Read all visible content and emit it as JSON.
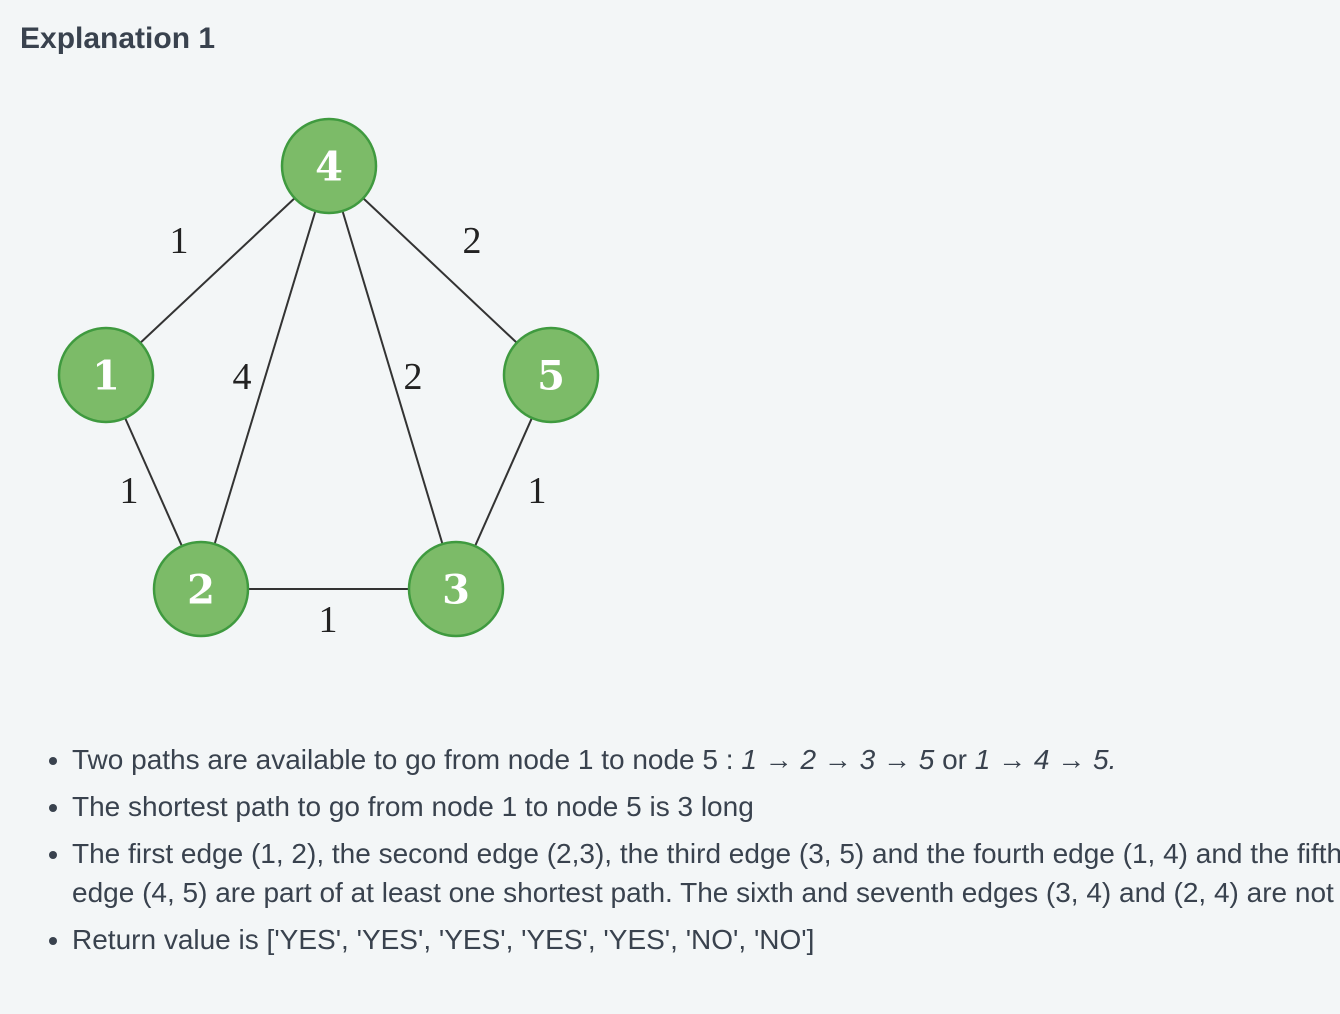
{
  "title": "Explanation 1",
  "graph": {
    "nodes": [
      {
        "id": "1",
        "label": "1"
      },
      {
        "id": "2",
        "label": "2"
      },
      {
        "id": "3",
        "label": "3"
      },
      {
        "id": "4",
        "label": "4"
      },
      {
        "id": "5",
        "label": "5"
      }
    ],
    "edges": [
      {
        "from": "1",
        "to": "4",
        "weight": "1"
      },
      {
        "from": "4",
        "to": "5",
        "weight": "2"
      },
      {
        "from": "4",
        "to": "2",
        "weight": "4"
      },
      {
        "from": "4",
        "to": "3",
        "weight": "2"
      },
      {
        "from": "1",
        "to": "2",
        "weight": "1"
      },
      {
        "from": "5",
        "to": "3",
        "weight": "1"
      },
      {
        "from": "2",
        "to": "3",
        "weight": "1"
      }
    ],
    "colors": {
      "node_fill": "#7cbb68",
      "node_stroke": "#3f9a3f",
      "edge": "#333333",
      "node_text": "#ffffff"
    }
  },
  "bullets": {
    "b1_text": "Two paths are available to go from node 1 to node 5 : ",
    "b1_path1": "1 → 2 → 3 → 5",
    "b1_or": " or ",
    "b1_path2": "1 → 4 → 5.",
    "b2": "The shortest path to go from node 1 to node 5 is 3 long",
    "b3": "The first edge (1, 2), the second edge (2,3), the third edge (3, 5) and the fourth edge (1, 4) and the fifth edge (4, 5) are part of at least one shortest path. The sixth and seventh edges (3, 4) and (2, 4) are not",
    "b4": "Return value is ['YES', 'YES', 'YES', 'YES', 'YES', 'NO', 'NO']"
  }
}
